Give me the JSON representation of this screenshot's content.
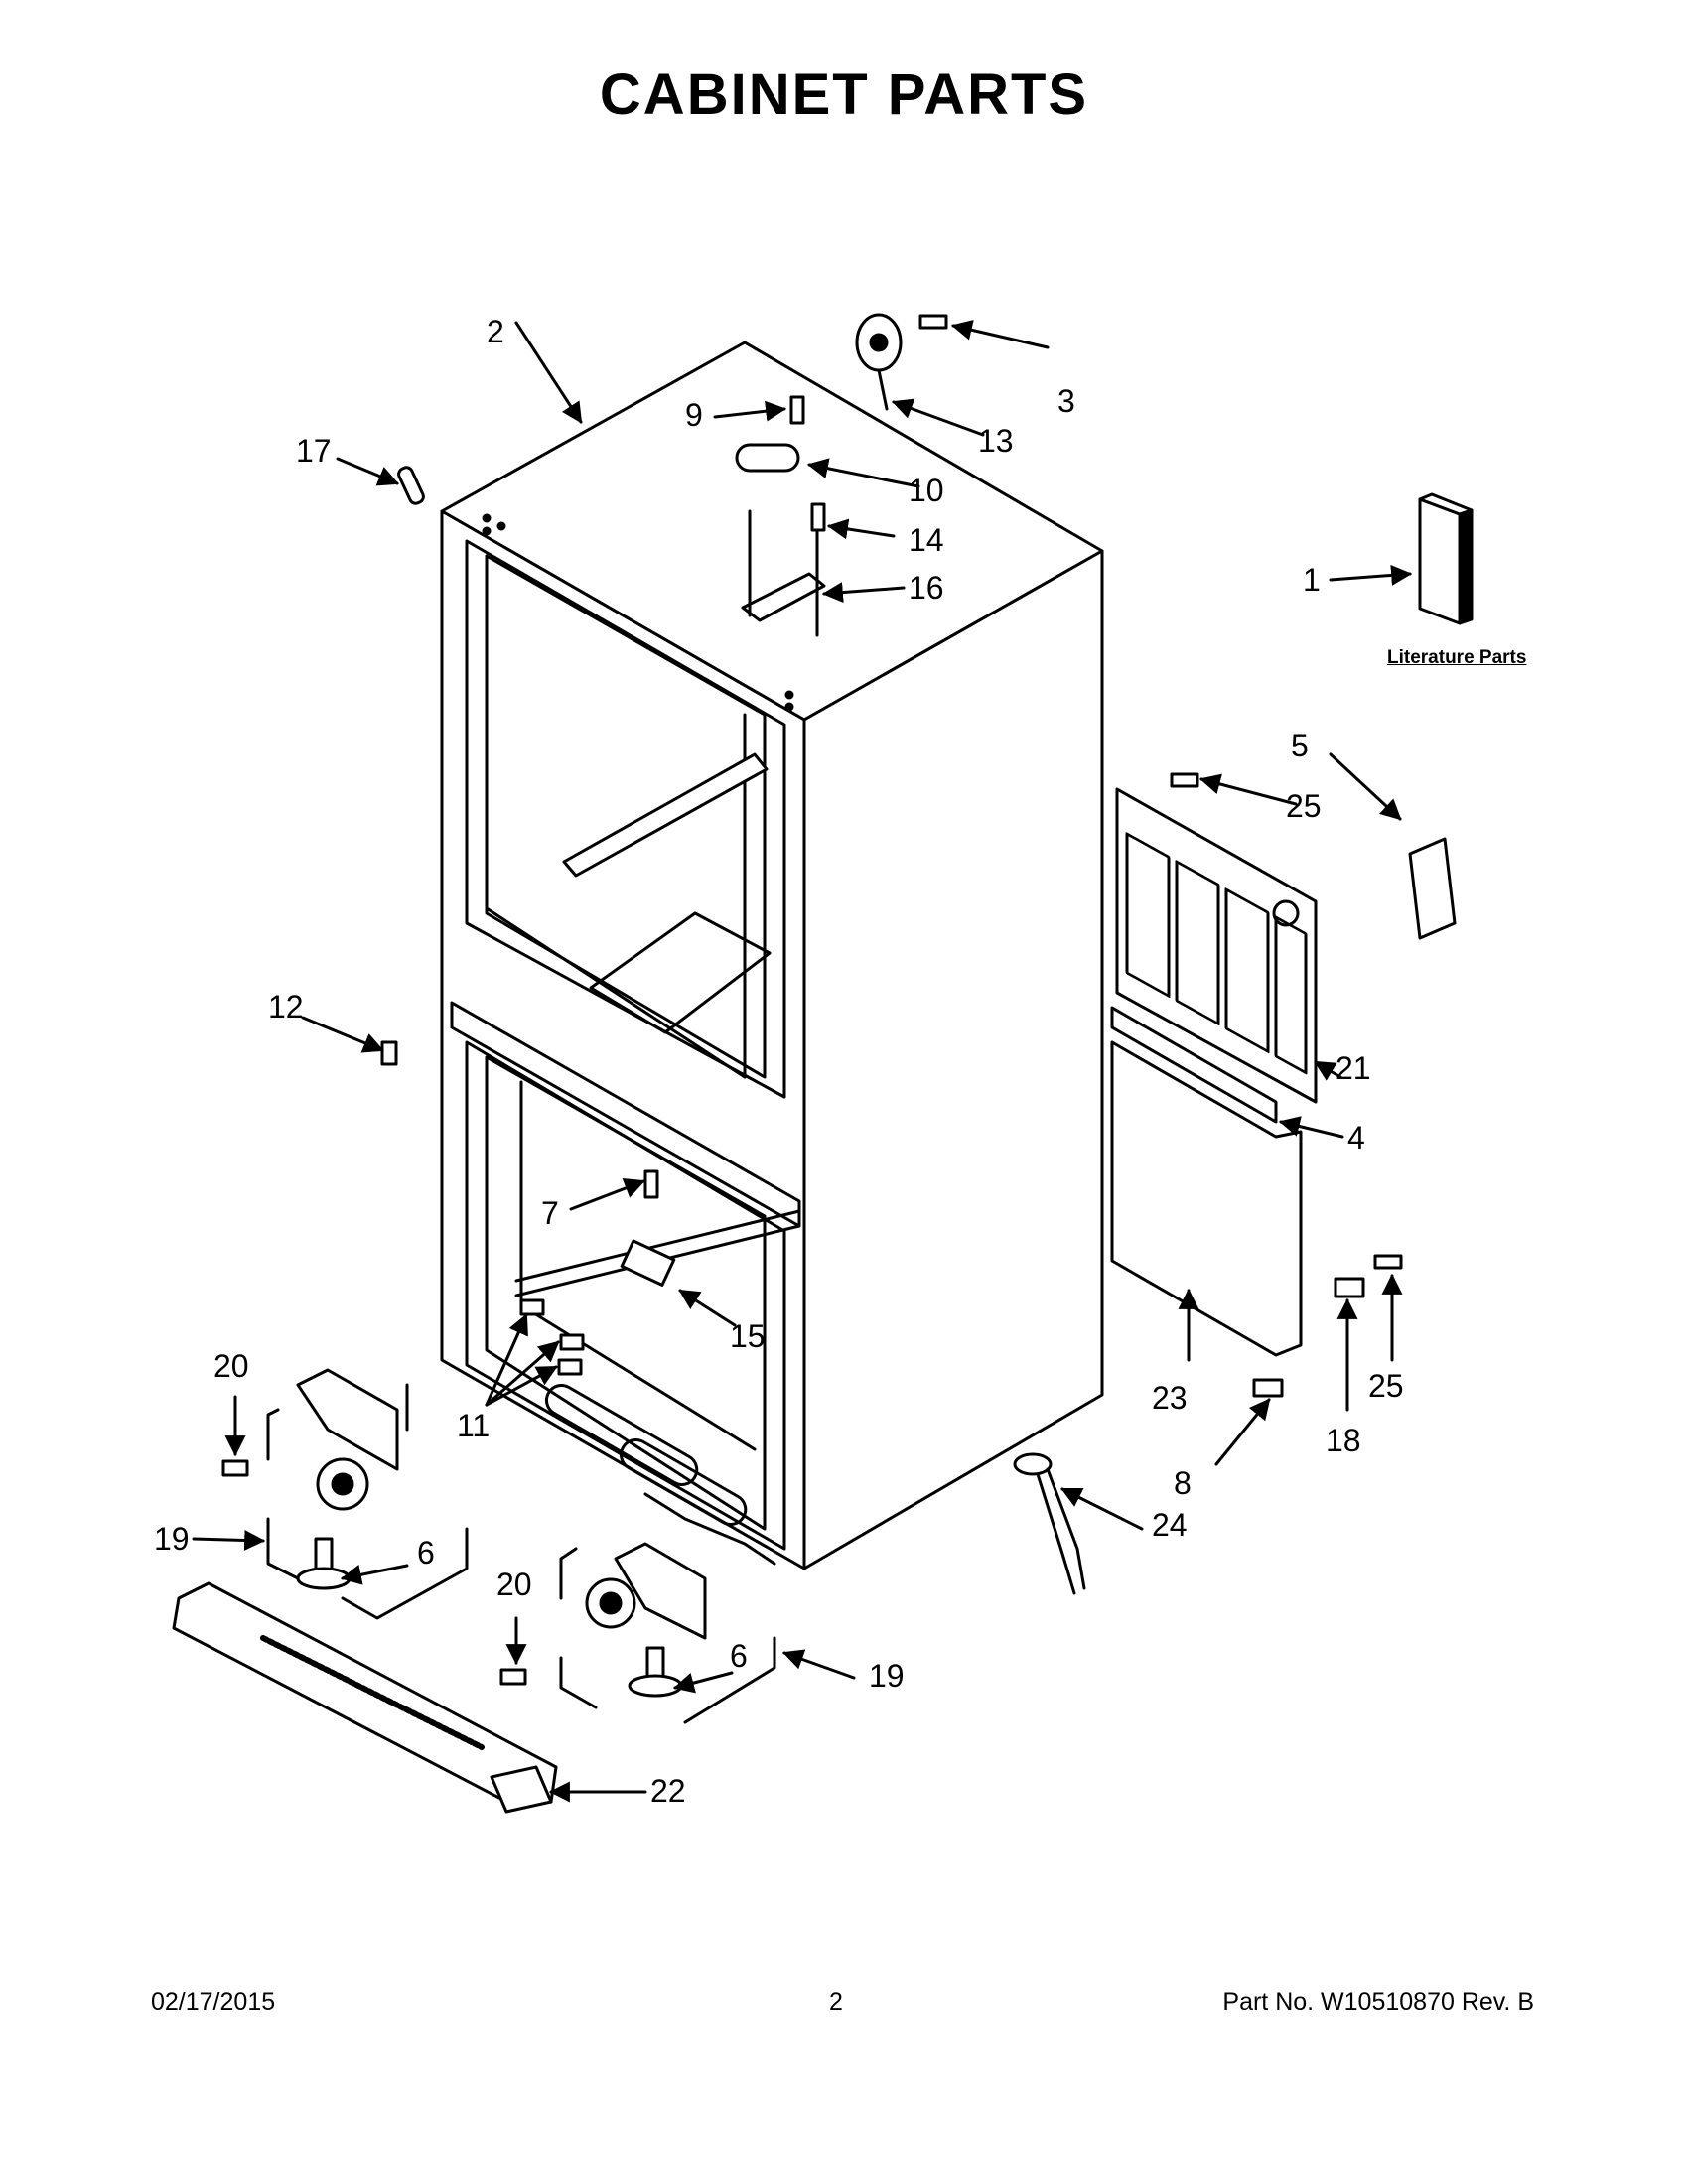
{
  "title": "CABINET PARTS",
  "literature_label": "Literature Parts",
  "footer": {
    "date": "02/17/2015",
    "page": "2",
    "part_no": "Part No.  W10510870  Rev.  B"
  },
  "callouts": [
    {
      "id": "c1",
      "text": "1"
    },
    {
      "id": "c2",
      "text": "2"
    },
    {
      "id": "c3",
      "text": "3"
    },
    {
      "id": "c4",
      "text": "4"
    },
    {
      "id": "c5",
      "text": "5"
    },
    {
      "id": "c6a",
      "text": "6"
    },
    {
      "id": "c6b",
      "text": "6"
    },
    {
      "id": "c7",
      "text": "7"
    },
    {
      "id": "c8",
      "text": "8"
    },
    {
      "id": "c9",
      "text": "9"
    },
    {
      "id": "c10",
      "text": "10"
    },
    {
      "id": "c11",
      "text": "11"
    },
    {
      "id": "c12",
      "text": "12"
    },
    {
      "id": "c13",
      "text": "13"
    },
    {
      "id": "c14",
      "text": "14"
    },
    {
      "id": "c15",
      "text": "15"
    },
    {
      "id": "c16",
      "text": "16"
    },
    {
      "id": "c17",
      "text": "17"
    },
    {
      "id": "c18",
      "text": "18"
    },
    {
      "id": "c19a",
      "text": "19"
    },
    {
      "id": "c19b",
      "text": "19"
    },
    {
      "id": "c20a",
      "text": "20"
    },
    {
      "id": "c20b",
      "text": "20"
    },
    {
      "id": "c21",
      "text": "21"
    },
    {
      "id": "c22",
      "text": "22"
    },
    {
      "id": "c23",
      "text": "23"
    },
    {
      "id": "c24",
      "text": "24"
    },
    {
      "id": "c25a",
      "text": "25"
    },
    {
      "id": "c25b",
      "text": "25"
    }
  ]
}
